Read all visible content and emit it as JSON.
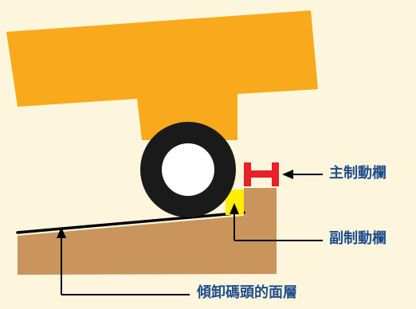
{
  "labels": {
    "main_barrier": "主制動欄",
    "aux_barrier": "副制動欄",
    "tilted_surface": "傾卸碼頭的面層"
  },
  "colors": {
    "background": "#fdf6dc",
    "truck_body": "#f8aa1c",
    "wheel_tire": "#1a1a1a",
    "wheel_hub": "#ffffff",
    "dock": "#c9955c",
    "main_barrier": "#e8202a",
    "aux_barrier": "#ffee00",
    "label_text": "#1f4e8c",
    "callout_lines": "#000000"
  }
}
